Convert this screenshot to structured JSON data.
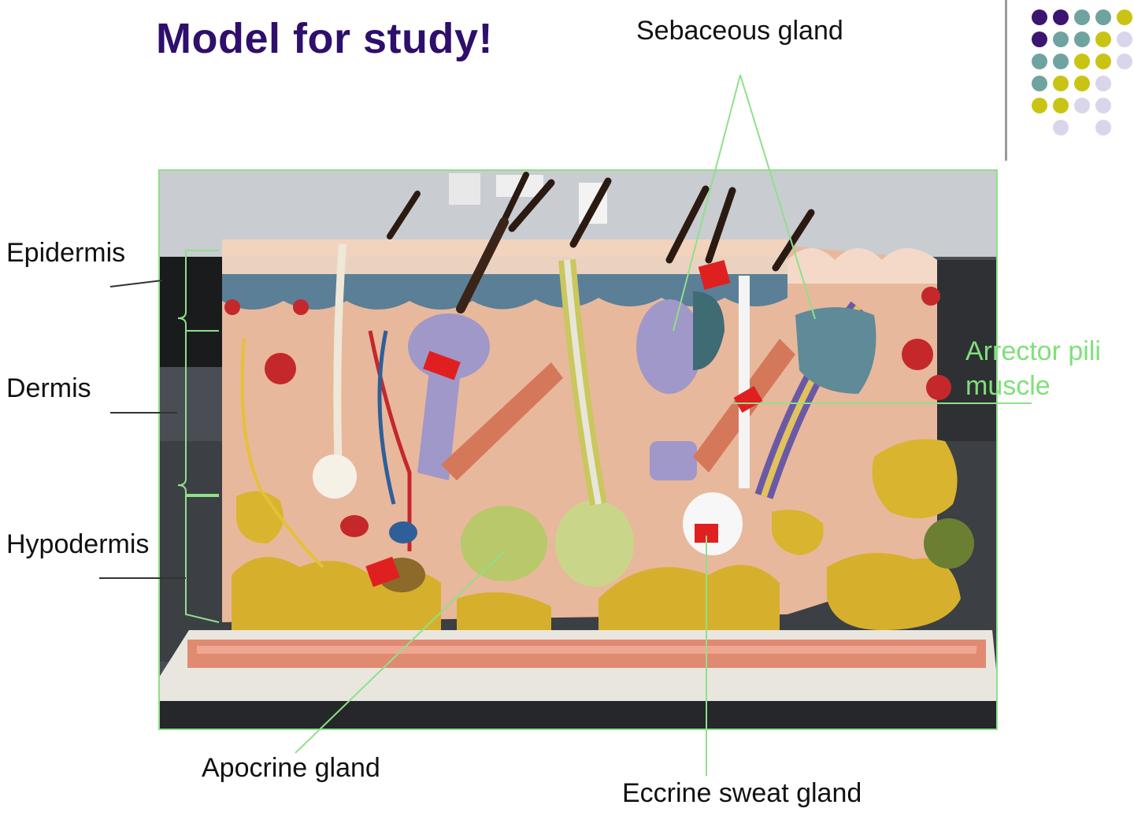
{
  "slide": {
    "title": "Model for study!"
  },
  "labels": {
    "epidermis": "Epidermis",
    "dermis": "Dermis",
    "hypodermis": "Hypodermis",
    "sebaceous_gland": "Sebaceous gland",
    "arrector_pili_line1": "Arrector pili",
    "arrector_pili_line2": "muscle",
    "apocrine_gland": "Apocrine gland",
    "eccrine_sweat_gland": "Eccrine sweat gland"
  },
  "colors": {
    "title": "#2e0f6b",
    "annotation_green": "#7fe07a",
    "dot_purple": "#3b1670",
    "dot_teal": "#6fa3a0",
    "dot_olive": "#c9c414",
    "dot_lavender": "#d9d6ec"
  },
  "decoration": {
    "dot_grid": [
      [
        "purple",
        "purple",
        "teal",
        "teal",
        "olive"
      ],
      [
        "purple",
        "teal",
        "teal",
        "olive",
        "lavender"
      ],
      [
        "teal",
        "teal",
        "olive",
        "olive",
        "lavender"
      ],
      [
        "teal",
        "olive",
        "olive",
        "lavender",
        ""
      ],
      [
        "olive",
        "olive",
        "lavender",
        "lavender",
        ""
      ],
      [
        "",
        "lavender",
        "",
        "lavender",
        ""
      ]
    ]
  }
}
